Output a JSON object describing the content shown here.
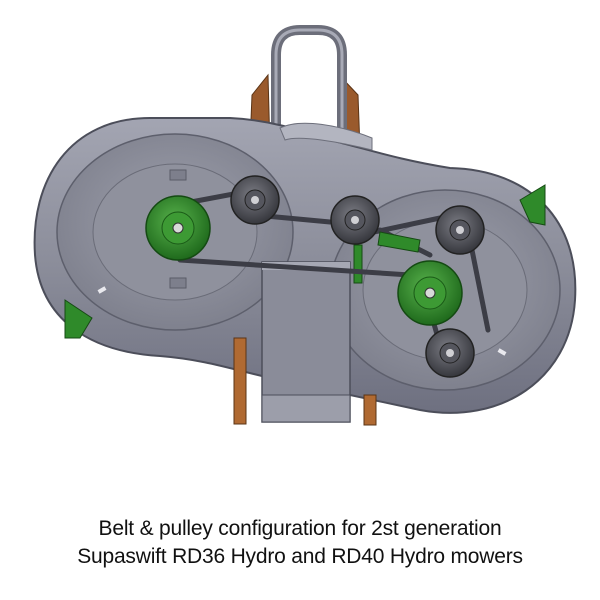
{
  "caption": {
    "line1": "Belt & pulley configuration for 2st generation",
    "line2": "Supaswift RD36 Hydro and RD40 Hydro mowers"
  },
  "colors": {
    "deck": "#8a8c99",
    "deck_dark": "#5f6170",
    "spindle_pulley": "#2f8a2a",
    "idler_pulley": "#4a4b52",
    "brackets": "#9a5a2c",
    "belt": "#3c3d46"
  },
  "components": {
    "deck": "mower-deck",
    "spindle_pulleys": [
      "left-spindle-pulley",
      "right-spindle-pulley"
    ],
    "idler_pulleys": [
      "upper-left-idler",
      "upper-center-idler",
      "upper-right-idler",
      "lower-right-idler"
    ],
    "handle": "deck-lift-handle"
  }
}
